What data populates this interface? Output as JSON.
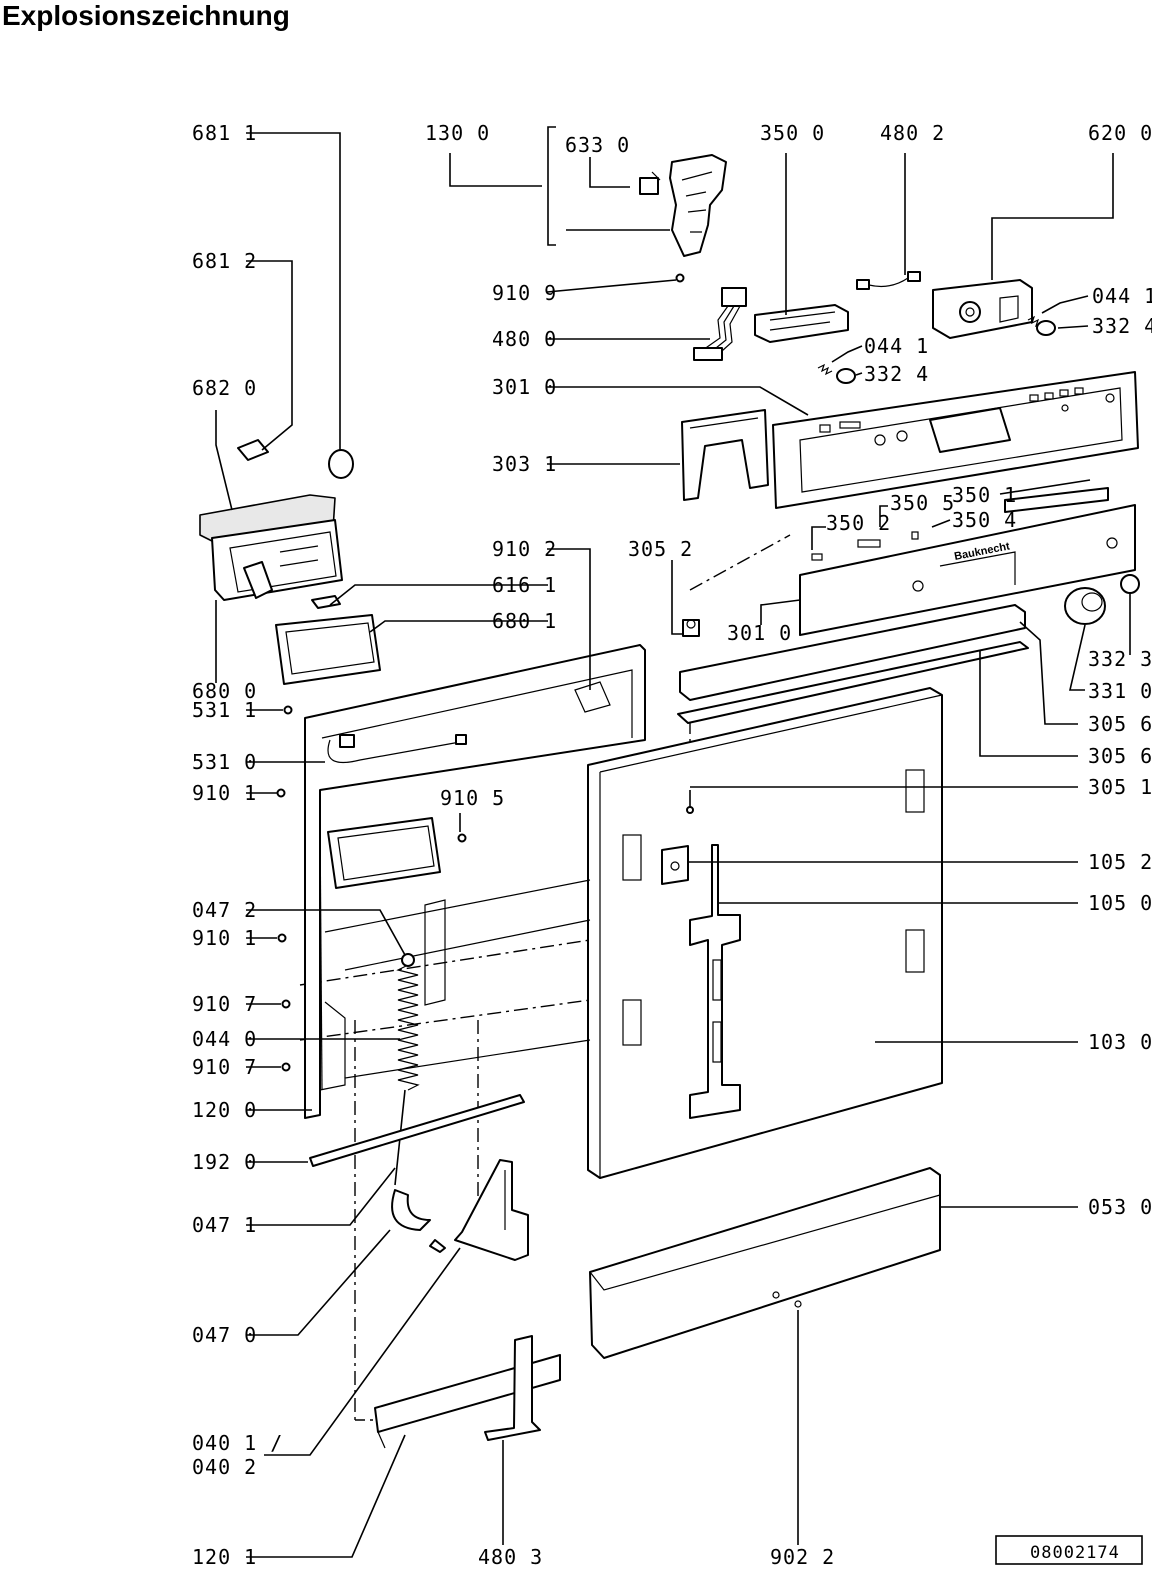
{
  "title": "Explosionszeichnung",
  "drawing_number": "08002174",
  "brand_text": "Bauknecht",
  "labels": {
    "p6811": "681 1",
    "p6812": "681 2",
    "p6820": "682 0",
    "p6800": "680 0",
    "p6161": "616 1",
    "p6801": "680 1",
    "p1300": "130 0",
    "p6330": "633 0",
    "p9109": "910 9",
    "p4800": "480 0",
    "p3010a": "301 0",
    "p3031": "303 1",
    "p3500": "350 0",
    "p4802": "480 2",
    "p6200": "620 0",
    "p0441a": "044 1",
    "p3324a": "332 4",
    "p0441b": "044 1",
    "p3324b": "332 4",
    "p3502": "350 2",
    "p3505": "350 5",
    "p3501": "350 1",
    "p3504": "350 4",
    "p9102": "910 2",
    "p3052": "305 2",
    "p3010b": "301 0",
    "p3323": "332 3",
    "p3310": "331 0",
    "p3056a": "305 6",
    "p3056b": "305 6",
    "p3051": "305 1",
    "p1052": "105 2",
    "p1050": "105 0",
    "p1030": "103 0",
    "p0530": "053 0",
    "p5311": "531 1",
    "p5310": "531 0",
    "p9101a": "910 1",
    "p9105": "910 5",
    "p0472": "047 2",
    "p9101b": "910 1",
    "p9107a": "910 7",
    "p0440": "044 0",
    "p9107b": "910 7",
    "p1200": "120 0",
    "p1920": "192 0",
    "p0471": "047 1",
    "p0470": "047 0",
    "p0401": "040 1 /",
    "p0402": "040 2",
    "p1201": "120 1",
    "p4803": "480 3",
    "p9022": "902 2"
  }
}
